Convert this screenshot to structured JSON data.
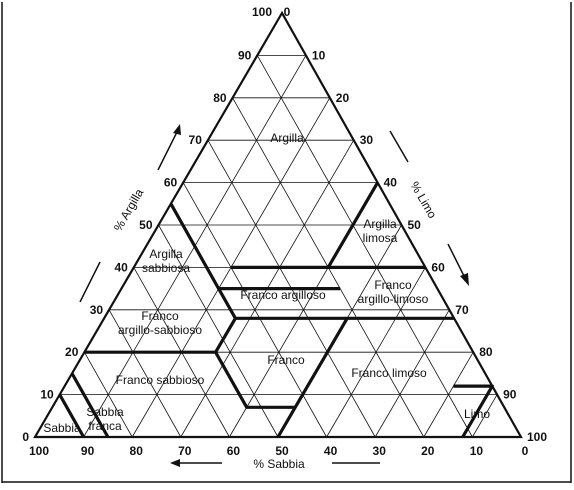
{
  "diagram": {
    "axis_titles": {
      "clay": "% Argilla",
      "silt": "% Limo",
      "sand": "% Sabbia"
    },
    "ticks": {
      "apex": "100",
      "apex_zero": "0",
      "clay": [
        "0",
        "10",
        "20",
        "30",
        "40",
        "50",
        "60",
        "70",
        "80",
        "90"
      ],
      "silt": [
        "10",
        "20",
        "30",
        "40",
        "50",
        "60",
        "70",
        "80",
        "90",
        "100"
      ],
      "sand": [
        "100",
        "90",
        "80",
        "70",
        "60",
        "50",
        "40",
        "30",
        "20",
        "10",
        "0"
      ]
    },
    "regions": [
      {
        "id": "argilla",
        "lines": [
          "Argilla"
        ]
      },
      {
        "id": "argilla-limosa",
        "lines": [
          "Argilla",
          "limosa"
        ]
      },
      {
        "id": "argilla-sabbiosa",
        "lines": [
          "Argilla",
          "sabbiosa"
        ]
      },
      {
        "id": "franco-argilloso",
        "lines": [
          "Franco argilloso"
        ]
      },
      {
        "id": "franco-argillo-limoso",
        "lines": [
          "Franco",
          "argillo-limoso"
        ]
      },
      {
        "id": "franco-argillo-sabbioso",
        "lines": [
          "Franco",
          "argillo-sabbioso"
        ]
      },
      {
        "id": "franco",
        "lines": [
          "Franco"
        ]
      },
      {
        "id": "franco-sabbioso",
        "lines": [
          "Franco sabbioso"
        ]
      },
      {
        "id": "franco-limoso",
        "lines": [
          "Franco limoso"
        ]
      },
      {
        "id": "sabbia-franca",
        "lines": [
          "Sabbia",
          "franca"
        ]
      },
      {
        "id": "sabbia",
        "lines": [
          "Sabbia"
        ]
      },
      {
        "id": "limo",
        "lines": [
          "Limo"
        ]
      }
    ],
    "colors": {
      "ink": "#111111",
      "background": "#ffffff"
    }
  }
}
